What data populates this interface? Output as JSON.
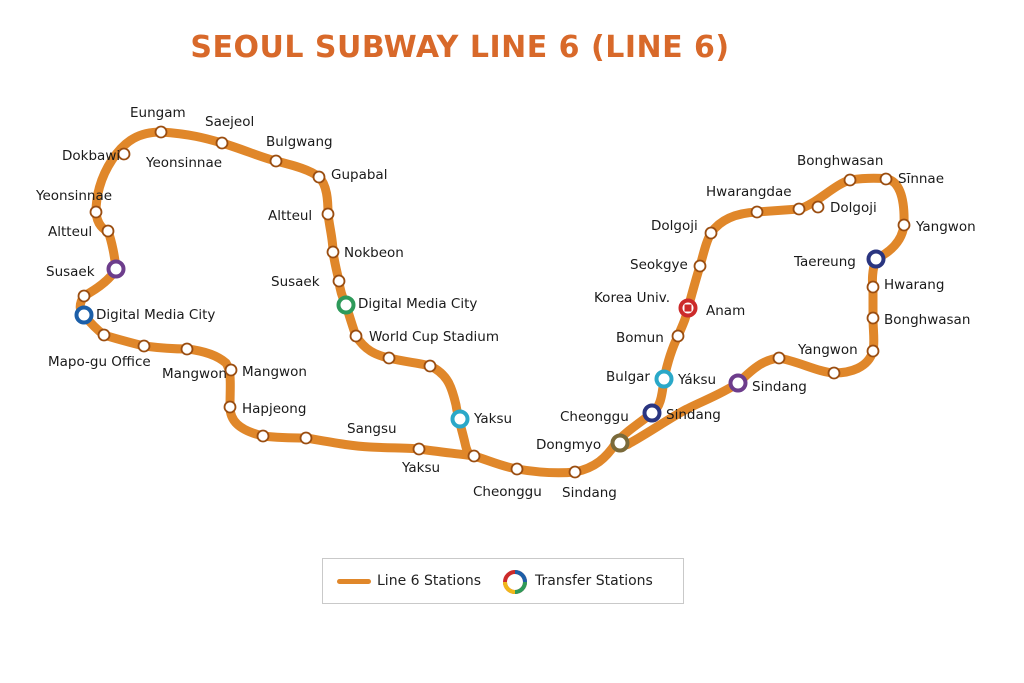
{
  "title": "SEOUL SUBWAY LINE 6 (LINE 6)",
  "colors": {
    "line": "#e0872a",
    "line_dark": "#c96f1a",
    "title": "#d8692a",
    "station_fill": "#ffffff",
    "station_stroke": "#9a4d10",
    "transfer_blue": "#1c5fa8",
    "transfer_navy": "#2a3580",
    "transfer_green": "#2e9a5a",
    "transfer_cyan": "#2aa8c8",
    "transfer_purple": "#6d3d8c",
    "transfer_red": "#cc2a2a",
    "transfer_olive": "#7a6a3a"
  },
  "legend": {
    "line_label": "Line 6 Stations",
    "transfer_label": "Transfer Stations"
  },
  "stations": [
    {
      "name": "Dokbawi",
      "type": "station"
    },
    {
      "name": "Eungam",
      "type": "station"
    },
    {
      "name": "Yeonsinnae",
      "type": "label"
    },
    {
      "name": "Saejeol",
      "type": "station"
    },
    {
      "name": "Bulgwang",
      "type": "station"
    },
    {
      "name": "Gupabal",
      "type": "station"
    },
    {
      "name": "Yeonsinnae",
      "type": "label"
    },
    {
      "name": "Altteul",
      "type": "station"
    },
    {
      "name": "Susaek",
      "type": "transfer"
    },
    {
      "name": "Digital Media City",
      "type": "transfer"
    },
    {
      "name": "Mapo-gu Office",
      "type": "station"
    },
    {
      "name": "Mangwon",
      "type": "station"
    },
    {
      "name": "Mangwon",
      "type": "station"
    },
    {
      "name": "Hapjeong",
      "type": "station"
    },
    {
      "name": "Altteul",
      "type": "station"
    },
    {
      "name": "Nokbeon",
      "type": "station"
    },
    {
      "name": "Susaek",
      "type": "station"
    },
    {
      "name": "Digital Media City",
      "type": "transfer"
    },
    {
      "name": "World Cup Stadium",
      "type": "station"
    },
    {
      "name": "Yaksu",
      "type": "transfer"
    },
    {
      "name": "Sangsu",
      "type": "label"
    },
    {
      "name": "Yaksu",
      "type": "station"
    },
    {
      "name": "Cheonggu",
      "type": "station"
    },
    {
      "name": "Sindang",
      "type": "station"
    },
    {
      "name": "Dongmyo",
      "type": "transfer"
    },
    {
      "name": "Cheonggu",
      "type": "label"
    },
    {
      "name": "Sindang",
      "type": "transfer"
    },
    {
      "name": "Bulgar",
      "type": "label"
    },
    {
      "name": "Yáksu",
      "type": "transfer"
    },
    {
      "name": "Bomun",
      "type": "station"
    },
    {
      "name": "Korea Univ.",
      "type": "label"
    },
    {
      "name": "Anam",
      "type": "transfer"
    },
    {
      "name": "Seokgye",
      "type": "station"
    },
    {
      "name": "Dolgoji",
      "type": "station"
    },
    {
      "name": "Hwarangdae",
      "type": "station"
    },
    {
      "name": "Dolgoji",
      "type": "station"
    },
    {
      "name": "Bonghwasan",
      "type": "station"
    },
    {
      "name": "Sīnnae",
      "type": "station"
    },
    {
      "name": "Yangwon",
      "type": "station"
    },
    {
      "name": "Taereung",
      "type": "transfer"
    },
    {
      "name": "Hwarang",
      "type": "station"
    },
    {
      "name": "Bonghwasan",
      "type": "station"
    },
    {
      "name": "Yangwon",
      "type": "station"
    },
    {
      "name": "Sindang",
      "type": "transfer"
    }
  ]
}
